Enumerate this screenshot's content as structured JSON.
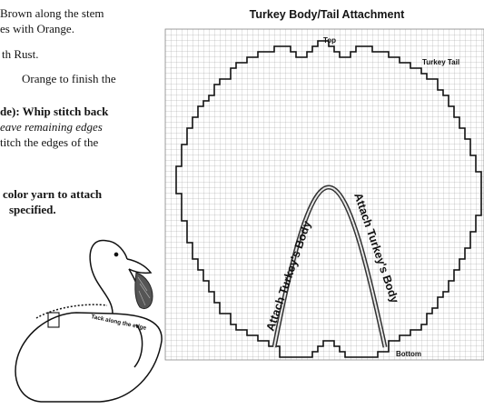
{
  "instructions": {
    "lines": [
      "Brown along the stem",
      "es with Orange.",
      "th Rust.",
      "Orange to finish the",
      "de): Whip stitch back",
      "eave remaining edges",
      "titch the edges of the",
      "color yarn to attach",
      "specified."
    ]
  },
  "figure": {
    "title": "Turkey Body/Tail Attachment",
    "labels": {
      "top": "Top",
      "tail": "Turkey Tail",
      "bottom": "Bottom",
      "attach_left": "Attach Turkey's Body",
      "attach_right": "Attach Turkey's Body"
    }
  },
  "swan": {
    "tack_label": "Tack along the edge"
  }
}
